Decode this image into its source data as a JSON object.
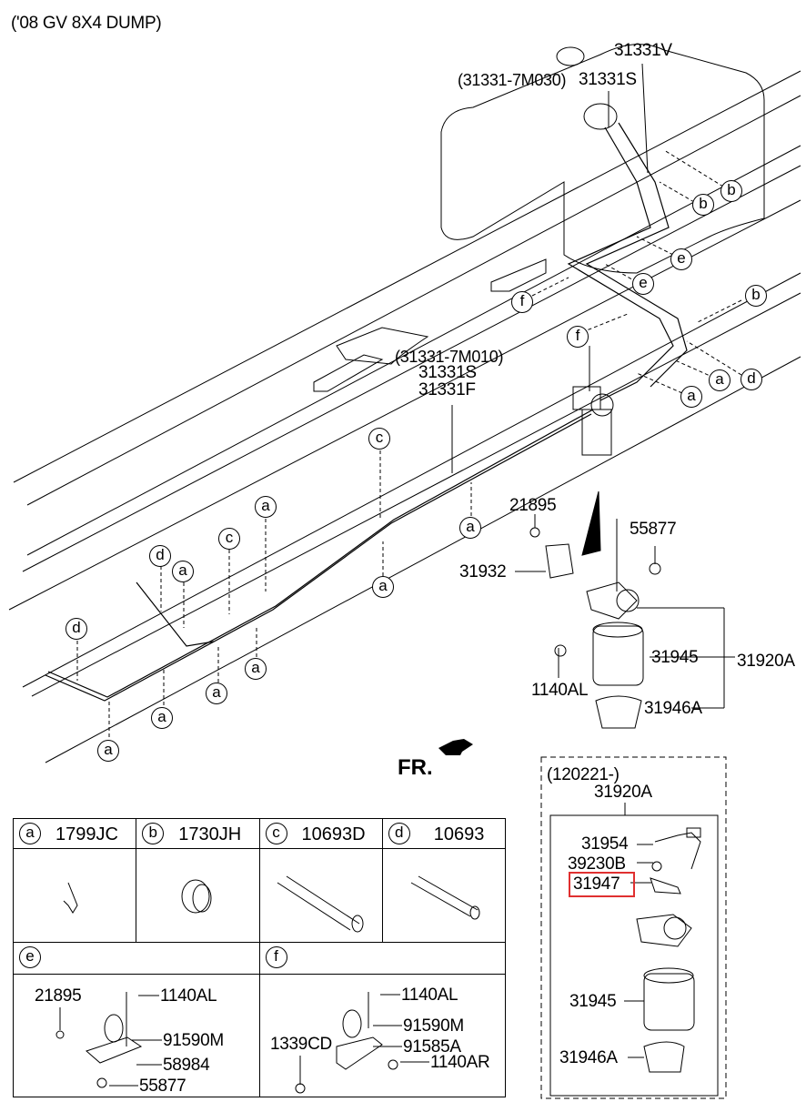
{
  "title": "('08 GV 8X4 DUMP)",
  "main_diagram": {
    "labels": {
      "tank_part_ref": "(31331-7M030)",
      "vent_hose": "31331V",
      "supply_hose_top": "31331S",
      "line_part_ref": "(31331-7M010)",
      "supply_line": "31331S",
      "feed_line": "31331F",
      "nut": "21895",
      "bolt_upper": "55877",
      "bracket": "31932",
      "filter_element": "31945",
      "filter_assy": "31920A",
      "bolt_lower": "1140AL",
      "filter_bowl": "31946A",
      "front_indicator": "FR."
    },
    "callouts": [
      "b",
      "b",
      "e",
      "e",
      "b",
      "f",
      "f",
      "a",
      "d",
      "a",
      "c",
      "a",
      "a",
      "c",
      "d",
      "a",
      "a",
      "d",
      "a",
      "a",
      "a",
      "a",
      "a"
    ]
  },
  "inset": {
    "serial_range": "(120221-)",
    "assy": "31920A",
    "parts": [
      "31954",
      "39230B",
      "31947",
      "31945",
      "31946A"
    ],
    "highlighted_part": "31947",
    "highlight_color": "#e03030"
  },
  "legend": {
    "items": [
      {
        "key": "a",
        "code": "1799JC"
      },
      {
        "key": "b",
        "code": "1730JH"
      },
      {
        "key": "c",
        "code": "10693D"
      },
      {
        "key": "d",
        "code": "10693"
      }
    ],
    "e": {
      "key": "e",
      "parts": [
        "21895",
        "1140AL",
        "91590M",
        "58984",
        "55877"
      ]
    },
    "f": {
      "key": "f",
      "parts": [
        "1140AL",
        "91590M",
        "1339CD",
        "91585A",
        "1140AR"
      ]
    }
  }
}
